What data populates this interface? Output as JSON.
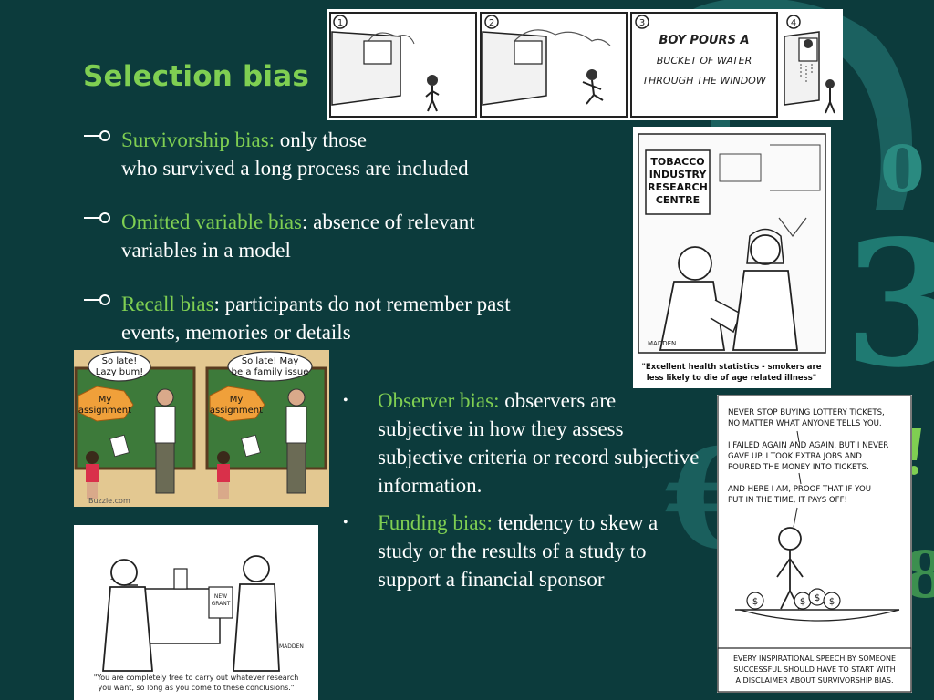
{
  "slide": {
    "title": "Selection bias",
    "dash_items": [
      {
        "term": "Survivorship bias:",
        "text_line1": " only those",
        "text_line2": "who survived a long process are included"
      },
      {
        "term": "Omitted variable bias",
        "text_line1": ": absence of relevant",
        "text_line2": "variables in a model"
      },
      {
        "term": "Recall bias",
        "text_line1": ": participants do not remember past",
        "text_line2": "events, memories or details"
      }
    ],
    "bullets": [
      {
        "term": "Observer bias:",
        "text": " observers are subjective in how they assess subjective criteria or record subjective information."
      },
      {
        "term": "Funding bias:",
        "text": " tendency to skew a study or the results of a study to support a financial sponsor"
      }
    ],
    "background_glyphs": [
      "0",
      "3",
      "€",
      "8"
    ]
  },
  "comic_strip": {
    "panel_numbers": [
      "1",
      "2",
      "3",
      "4"
    ],
    "caption_lines": [
      "BOY POURS A",
      "BUCKET OF WATER",
      "THROUGH THE WINDOW"
    ]
  },
  "tobacco_cartoon": {
    "sign_lines": [
      "TOBACCO",
      "INDUSTRY",
      "RESEARCH",
      "CENTRE"
    ],
    "caption_lines": [
      "\"Excellent health statistics - smokers are",
      "less likely to die of age related illness\""
    ],
    "signature": "MADDEN"
  },
  "classroom_cartoon": {
    "left_bubble_lines": [
      "So late!",
      "Lazy bum!"
    ],
    "right_bubble_lines": [
      "So late! May",
      "be a family issue"
    ],
    "assignment_bubble_lines": [
      "My",
      "assignment"
    ],
    "watermark": "Buzzle.com"
  },
  "research_cartoon": {
    "paper_lines": [
      "NEW",
      "GRANT"
    ],
    "caption_lines": [
      "\"You are completely free to carry out whatever research",
      "you want, so long as you come to these conclusions.\""
    ],
    "signature": "MADDEN"
  },
  "xkcd_cartoon": {
    "top_lines": [
      "NEVER STOP BUYING LOTTERY TICKETS,",
      "NO MATTER WHAT ANYONE TELLS YOU.",
      "I FAILED AGAIN AND AGAIN, BUT I NEVER",
      "GAVE UP. I TOOK EXTRA JOBS AND",
      "POURED THE MONEY INTO TICKETS.",
      "AND HERE I AM, PROOF THAT IF YOU",
      "PUT IN THE TIME, IT PAYS OFF!"
    ],
    "bottom_lines": [
      "EVERY INSPIRATIONAL SPEECH BY SOMEONE",
      "SUCCESSFUL SHOULD HAVE TO START WITH",
      "A DISCLAIMER ABOUT SURVIVORSHIP BIAS."
    ],
    "bag_symbol": "$"
  },
  "colors": {
    "background": "#0c3b3c",
    "accent": "#7fcf52",
    "text": "#ffffff",
    "deco": "#1f6b6a"
  }
}
